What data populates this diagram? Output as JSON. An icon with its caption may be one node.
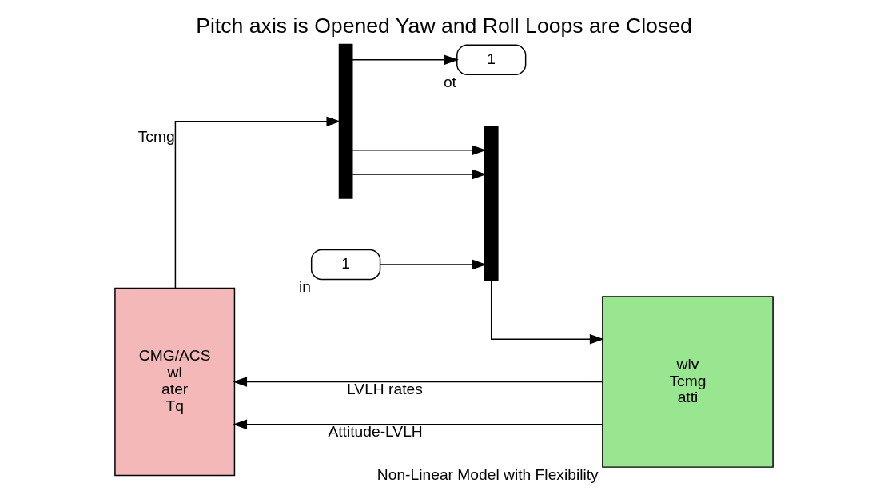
{
  "diagram": {
    "title": "Pitch axis is Opened Yaw and Roll Loops are Closed",
    "nodes": [
      {
        "text": [
          "CMG/ACS",
          "wl",
          "ater",
          "Tq"
        ]
      },
      {
        "text": [],
        "shape": "bar"
      },
      {
        "text": [
          "1"
        ],
        "beside": [
          "ot"
        ]
      },
      {
        "text": [
          "1"
        ],
        "beside": [
          "in"
        ]
      },
      {
        "text": [],
        "shape": "bar"
      },
      {
        "text": [
          "wlv",
          "Tcmg",
          "atti"
        ],
        "beside": [
          "Non-Linear Model with Flexibility"
        ]
      }
    ],
    "edges": [
      {
        "from": 0,
        "to": 1,
        "arrow": "to",
        "label": "Tcmg"
      },
      {
        "from": 1,
        "to": 2,
        "arrow": "to"
      },
      {
        "from": 1,
        "to": 4,
        "arrow": "to"
      },
      {
        "from": 3,
        "to": 4,
        "arrow": "to"
      },
      {
        "from": 1,
        "to": 4,
        "arrow": "to"
      },
      {
        "from": 4,
        "to": 5,
        "arrow": "to"
      },
      {
        "from": 5,
        "to": 0,
        "arrow": "to",
        "label": "Attitude-LVLH"
      },
      {
        "from": 5,
        "to": 0,
        "arrow": "to",
        "label": "LVLH rates"
      }
    ]
  }
}
